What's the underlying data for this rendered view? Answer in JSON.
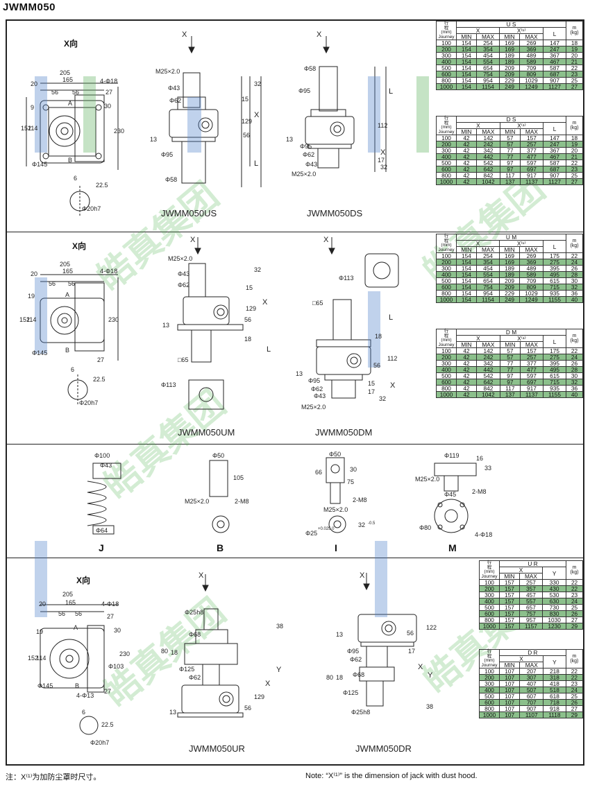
{
  "title": "JWMM050",
  "watermark": "皓真集团",
  "x_direction_label": "X向",
  "x_marker": "X",
  "model_labels": {
    "US": "JWMM050US",
    "DS": "JWMM050DS",
    "UM": "JWMM050UM",
    "DM": "JWMM050DM",
    "UR": "JWMM050UR",
    "DR": "JWMM050DR"
  },
  "end_types": [
    "J",
    "B",
    "I",
    "M"
  ],
  "table_header": {
    "corner_line1": "行",
    "corner_line2": "程",
    "corner_line3": "(mm)",
    "corner_line4": "Journey",
    "x": "X",
    "x1": "X⁽¹⁾",
    "l": "L",
    "y": "Y",
    "min": "MIN",
    "max": "MAX",
    "mass_line1": "m",
    "mass_line2": "(kg)"
  },
  "tables": {
    "US": {
      "name": "U S",
      "col": "L",
      "rows": [
        [
          "100",
          "154",
          "254",
          "169",
          "269",
          "147",
          "18"
        ],
        [
          "200",
          "154",
          "354",
          "169",
          "369",
          "247",
          "19"
        ],
        [
          "300",
          "154",
          "454",
          "189",
          "489",
          "367",
          "20"
        ],
        [
          "400",
          "154",
          "554",
          "189",
          "589",
          "467",
          "21"
        ],
        [
          "500",
          "154",
          "654",
          "209",
          "709",
          "587",
          "22"
        ],
        [
          "600",
          "154",
          "754",
          "209",
          "809",
          "687",
          "23"
        ],
        [
          "800",
          "154",
          "954",
          "229",
          "1029",
          "907",
          "25"
        ],
        [
          "1000",
          "154",
          "1154",
          "249",
          "1249",
          "1127",
          "27"
        ]
      ]
    },
    "DS": {
      "name": "D S",
      "col": "L",
      "rows": [
        [
          "100",
          "42",
          "142",
          "57",
          "157",
          "147",
          "18"
        ],
        [
          "200",
          "42",
          "242",
          "57",
          "257",
          "247",
          "19"
        ],
        [
          "300",
          "42",
          "342",
          "77",
          "377",
          "367",
          "20"
        ],
        [
          "400",
          "42",
          "442",
          "77",
          "477",
          "467",
          "21"
        ],
        [
          "500",
          "42",
          "542",
          "97",
          "597",
          "587",
          "22"
        ],
        [
          "600",
          "42",
          "642",
          "97",
          "697",
          "687",
          "23"
        ],
        [
          "800",
          "42",
          "842",
          "117",
          "917",
          "907",
          "25"
        ],
        [
          "1000",
          "42",
          "1042",
          "137",
          "1137",
          "1127",
          "27"
        ]
      ]
    },
    "UM": {
      "name": "U M",
      "col": "L",
      "rows": [
        [
          "100",
          "154",
          "254",
          "169",
          "269",
          "175",
          "22"
        ],
        [
          "200",
          "154",
          "354",
          "169",
          "369",
          "275",
          "24"
        ],
        [
          "300",
          "154",
          "454",
          "189",
          "489",
          "395",
          "26"
        ],
        [
          "400",
          "154",
          "554",
          "189",
          "589",
          "495",
          "28"
        ],
        [
          "500",
          "154",
          "654",
          "209",
          "709",
          "615",
          "30"
        ],
        [
          "600",
          "154",
          "754",
          "209",
          "809",
          "715",
          "32"
        ],
        [
          "800",
          "154",
          "954",
          "229",
          "1029",
          "935",
          "36"
        ],
        [
          "1000",
          "154",
          "1154",
          "249",
          "1249",
          "1155",
          "40"
        ]
      ]
    },
    "DM": {
      "name": "D M",
      "col": "L",
      "rows": [
        [
          "100",
          "42",
          "142",
          "57",
          "157",
          "175",
          "22"
        ],
        [
          "200",
          "42",
          "242",
          "57",
          "257",
          "275",
          "24"
        ],
        [
          "300",
          "42",
          "342",
          "77",
          "377",
          "395",
          "26"
        ],
        [
          "400",
          "42",
          "442",
          "77",
          "477",
          "495",
          "28"
        ],
        [
          "500",
          "42",
          "542",
          "97",
          "597",
          "615",
          "30"
        ],
        [
          "600",
          "42",
          "642",
          "97",
          "697",
          "715",
          "32"
        ],
        [
          "800",
          "42",
          "842",
          "117",
          "917",
          "935",
          "36"
        ],
        [
          "1000",
          "42",
          "1042",
          "137",
          "1137",
          "1155",
          "40"
        ]
      ]
    },
    "UR": {
      "name": "U R",
      "col": "Y",
      "rows": [
        [
          "100",
          "157",
          "257",
          "330",
          "22"
        ],
        [
          "200",
          "157",
          "357",
          "430",
          "22"
        ],
        [
          "300",
          "157",
          "457",
          "530",
          "23"
        ],
        [
          "400",
          "157",
          "557",
          "630",
          "24"
        ],
        [
          "500",
          "157",
          "657",
          "730",
          "25"
        ],
        [
          "600",
          "157",
          "757",
          "830",
          "26"
        ],
        [
          "800",
          "157",
          "957",
          "1030",
          "27"
        ],
        [
          "1000",
          "157",
          "1157",
          "1230",
          "29"
        ]
      ]
    },
    "DR": {
      "name": "D R",
      "col": "Y",
      "rows": [
        [
          "100",
          "107",
          "207",
          "218",
          "22"
        ],
        [
          "200",
          "107",
          "307",
          "318",
          "22"
        ],
        [
          "300",
          "107",
          "407",
          "418",
          "23"
        ],
        [
          "400",
          "107",
          "507",
          "518",
          "24"
        ],
        [
          "500",
          "107",
          "607",
          "618",
          "25"
        ],
        [
          "600",
          "107",
          "707",
          "718",
          "26"
        ],
        [
          "800",
          "107",
          "907",
          "918",
          "27"
        ],
        [
          "1000",
          "107",
          "1107",
          "1118",
          "29"
        ]
      ]
    }
  },
  "dims": {
    "w205": "205",
    "w165": "165",
    "w56": "56",
    "w20": "20",
    "h4d18": "4-Φ18",
    "h27": "27",
    "h152": "152",
    "h114": "114",
    "h19": "19",
    "h9": "9",
    "h30": "30",
    "h230": "230",
    "d145": "Φ145",
    "h6": "6",
    "h22_5": "22.5",
    "d20h7": "Φ20h7",
    "a": "A",
    "b": "B",
    "m25": "M25×2.0",
    "d43": "Φ43",
    "d62": "Φ62",
    "d95": "Φ95",
    "d58": "Φ58",
    "h32": "32",
    "h15": "15",
    "h129": "129",
    "h56": "56",
    "h13": "13",
    "h112": "112",
    "h17": "17",
    "l": "L",
    "x": "X",
    "y": "Y",
    "sq65": "□65",
    "d113": "Φ113",
    "h18": "18",
    "d100": "Φ100",
    "d64": "Φ64",
    "d50": "Φ50",
    "h105": "105",
    "m8": "2-M8",
    "h66": "66",
    "h75": "75",
    "d25": "Φ25",
    "d25sup": "+0.025 0",
    "h32b": "32",
    "h32sup": "-0.5",
    "d119": "Φ119",
    "h16": "16",
    "h33": "33",
    "d45": "Φ45",
    "d80": "Φ80",
    "d25h8": "Φ25h8",
    "d68": "Φ68",
    "d125": "Φ125",
    "d103": "Φ103",
    "h4d13": "4-Φ13",
    "h80": "80",
    "h38": "38",
    "h122": "122"
  },
  "note_cn": "注：X⁽¹⁾为加防尘罩时尺寸。",
  "note_en": "Note: “X⁽¹⁾” is the dimension of jack with dust hood."
}
